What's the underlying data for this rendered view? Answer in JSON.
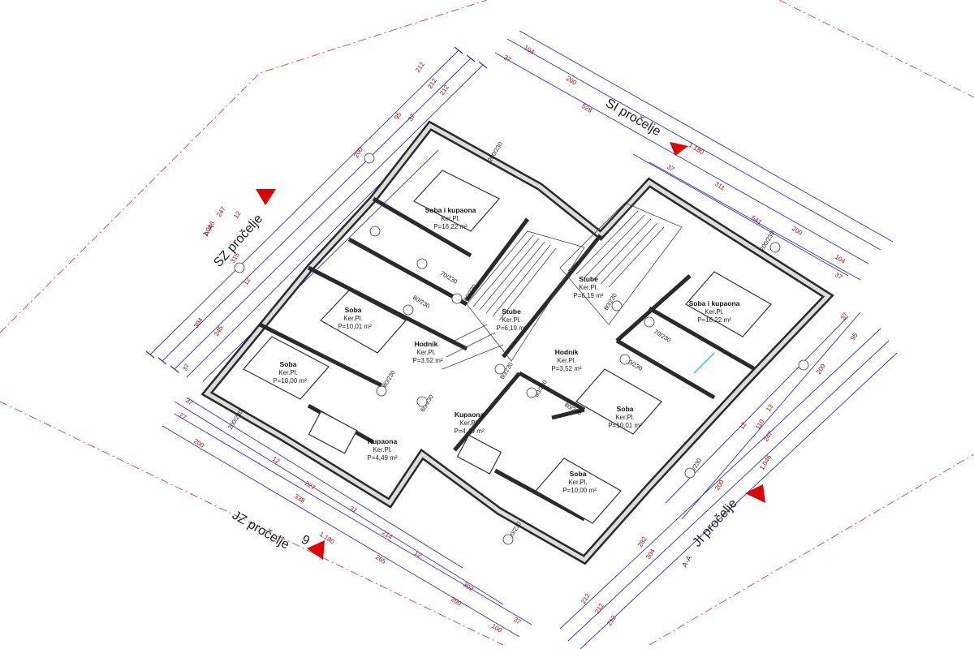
{
  "drawing": {
    "rooms": [
      {
        "name": "Soba i kupaona",
        "floor": "Ker.Pl.",
        "area": "P=16,22 m²"
      },
      {
        "name": "Soba",
        "floor": "Ker.Pl.",
        "area": "P=10,01 m²"
      },
      {
        "name": "Soba",
        "floor": "Ker.Pl.",
        "area": "P=10,00 m²"
      },
      {
        "name": "Hodnik",
        "floor": "Ker.Pl.",
        "area": "P=3,52 m²"
      },
      {
        "name": "Stube",
        "floor": "Ker.Pl.",
        "area": "P=6,19 m²"
      },
      {
        "name": "Kupaona",
        "floor": "Ker.Pl.",
        "area": "P=4,49 m²"
      },
      {
        "name": "Stube",
        "floor": "Ker.Pl.",
        "area": "P=6,19 m²"
      },
      {
        "name": "Soba i kupaona",
        "floor": "Ker.Pl.",
        "area": "P=16,22 m²"
      },
      {
        "name": "Hodnik",
        "floor": "Ker.Pl.",
        "area": "P=3,52 m²"
      },
      {
        "name": "Kupaona",
        "floor": "Ker.Pl.",
        "area": "P=4,49 m²"
      },
      {
        "name": "Soba",
        "floor": "Ker.Pl.",
        "area": "P=10,01 m²"
      },
      {
        "name": "Soba",
        "floor": "Ker.Pl.",
        "area": "P=10,00 m²"
      }
    ],
    "facades": [
      "SZ pročelje",
      "SI pročelje",
      "JZ pročelje",
      "JI pročelje"
    ],
    "section_marks": [
      "A-A",
      "A-A"
    ],
    "markers": [
      "9"
    ],
    "dims_nw_outer": [
      "212",
      "212",
      "212"
    ],
    "dims_nw_inner": [
      "1.046",
      "247",
      "95",
      "37",
      "200",
      "315",
      "12",
      "304",
      "245",
      "12",
      "37"
    ],
    "dims_ne": [
      "37",
      "104",
      "200",
      "528",
      "1.180",
      "37",
      "311",
      "541",
      "200",
      "104",
      "37"
    ],
    "dims_sw": [
      "37",
      "77",
      "200",
      "12",
      "227",
      "37",
      "214",
      "338",
      "265",
      "1.180",
      "12",
      "302",
      "200",
      "100",
      "37"
    ],
    "dims_se": [
      "37",
      "95",
      "200",
      "13",
      "110",
      "247",
      "12",
      "1.046",
      "200",
      "282",
      "304",
      "212",
      "212",
      "212"
    ],
    "door_tags": [
      "200/230",
      "70/230",
      "80/230",
      "80/230",
      "80/230",
      "60/230",
      "80/230",
      "200/230",
      "70/230",
      "80/230",
      "80/230",
      "80/230",
      "80/230",
      "200/230",
      "200/230",
      "200/230"
    ],
    "colors": {
      "dimension": "#2a35c8",
      "annotation": "#c00000",
      "wall": "#2a2a2a",
      "boundary": "#d9534f",
      "marker": "#e00000"
    }
  }
}
